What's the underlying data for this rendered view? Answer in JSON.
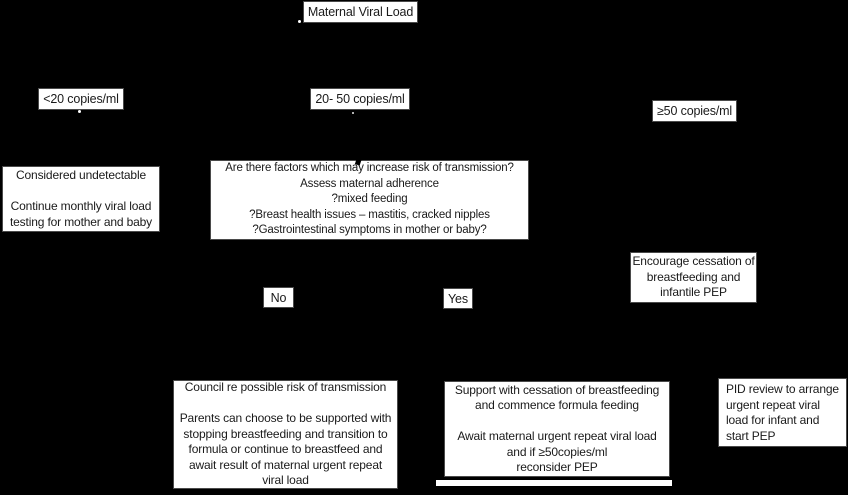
{
  "diagram": {
    "title": "Maternal Viral Load flowchart",
    "colors": {
      "background": "#000000",
      "node_fill": "#ffffff",
      "node_border": "#4a4a4a",
      "text": "#1a1a1a"
    },
    "root": {
      "label": "Maternal Viral Load"
    },
    "branches": [
      {
        "label": "<20 copies/ml",
        "action": "Considered undetectable\n\nContinue monthly viral load\ntesting for mother and baby"
      },
      {
        "label": "20- 50 copies/ml",
        "question": "Are there factors which may increase risk of transmission?\nAssess maternal adherence\n?mixed feeding\n?Breast health issues – mastitis, cracked nipples\n?Gastrointestinal symptoms in mother or baby?",
        "no_label": "No",
        "yes_label": "Yes",
        "no_action": "Council re possible risk of transmission\n\nParents can choose to be supported with\nstopping breastfeeding and transition to\nformula or continue to breastfeed and\nawait result of maternal urgent repeat\nviral load",
        "yes_action": "Support with cessation of breastfeeding\nand commence formula feeding\n\nAwait maternal urgent repeat viral load\nand if ≥50copies/ml\nreconsider PEP"
      },
      {
        "label": "≥50 copies/ml",
        "action": "Encourage cessation of\nbreastfeeding and\ninfantile PEP",
        "followup": "PID review to arrange\nurgent repeat viral\nload for infant and\nstart PEP"
      }
    ]
  }
}
